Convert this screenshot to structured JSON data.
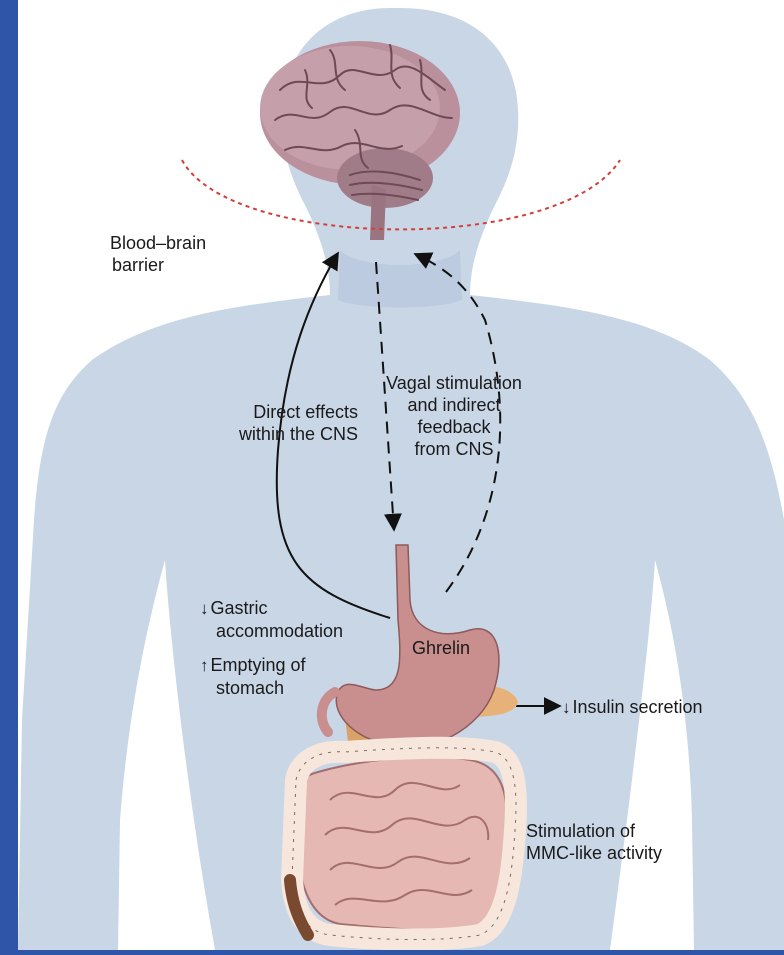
{
  "labels": {
    "bbb_line1": "Blood–brain",
    "bbb_line2": "barrier",
    "vagal_line1": "Vagal stimulation",
    "vagal_line2": "and indirect",
    "vagal_line3": "feedback",
    "vagal_line4": "from CNS",
    "direct_line1": "Direct effects",
    "direct_line2": "within the CNS",
    "gastric_arrow": "↓",
    "gastric_line1": "Gastric",
    "gastric_line2": "accommodation",
    "emptying_arrow": "↑",
    "emptying_line1": "Emptying of",
    "emptying_line2": "stomach",
    "ghrelin": "Ghrelin",
    "insulin_arrow": "↓",
    "insulin": "Insulin secretion",
    "mmc_line1": "Stimulation of",
    "mmc_line2": "MMC-like activity"
  },
  "colors": {
    "background": "#2f55a8",
    "body": "#c9d6e6",
    "brain": "#b9909c",
    "stomach": "#c98e8e",
    "intestine": "#e6b8b4",
    "pancreas": "#e6b27a",
    "barrier_line": "#d0403a"
  }
}
